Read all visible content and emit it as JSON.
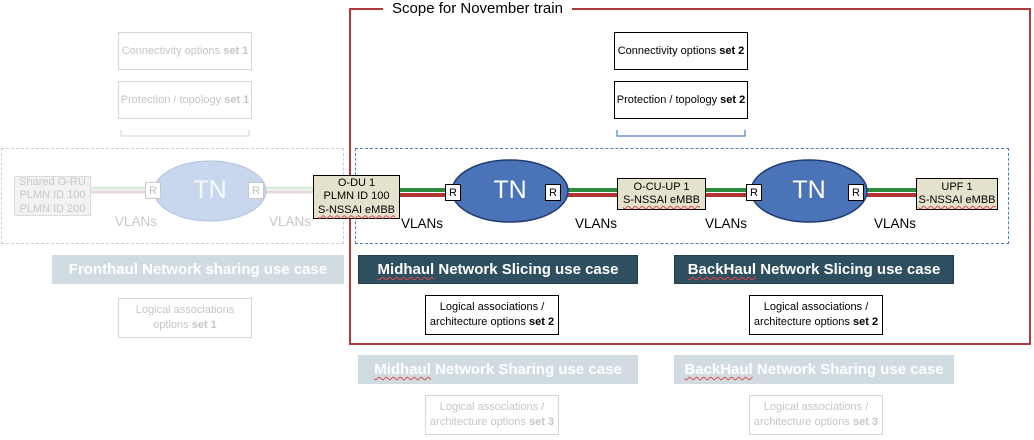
{
  "scope_title": "Scope for November train",
  "top_options": {
    "set1": {
      "connectivity": "Connectivity options ",
      "protection": "Protection / topology ",
      "bold": "set 1"
    },
    "set2": {
      "connectivity": "Connectivity options ",
      "protection": "Protection / topology ",
      "bold": "set 2"
    }
  },
  "nodes": {
    "oru": [
      "Shared O-RU",
      "PLMN ID 100",
      "PLMN ID 200"
    ],
    "odu": [
      "O-DU 1",
      "PLMN ID 100",
      "S-NSSAI eMBB"
    ],
    "ocuup": [
      "O-CU-UP 1",
      "S-NSSAI eMBB"
    ],
    "upf": [
      "UPF 1",
      "S-NSSAI eMBB"
    ]
  },
  "tn_label": "TN",
  "router_label": "R",
  "vlan_label": "VLANs",
  "slicing_use_cases": {
    "fronthaul": "Fronthaul Network sharing use case",
    "midhaul_prefix": "Midhaul",
    "midhaul_rest": " Network Slicing use case",
    "backhaul_prefix": "BackHaul",
    "backhaul_rest": " Network Slicing use case"
  },
  "logical_options": {
    "line1": "Logical associations",
    "line1_slash": "Logical associations /",
    "line2_prefix": "architecture options ",
    "options_prefix": "options ",
    "set1": "set 1",
    "set2": "set 2",
    "set3": "set 3"
  },
  "sharing_use_cases": {
    "midhaul_prefix": "Midhaul",
    "midhaul_rest": " Network Sharing use case",
    "backhaul_prefix": "BackHaul",
    "backhaul_rest": " Network Sharing use case"
  },
  "colors": {
    "scope_border": "#b33a3a",
    "dashed_border": "#4a7fc4",
    "tn_cloud": "#4a73b8",
    "tn_cloud_faded": "#c9d7ee",
    "usecase_dark": "#2e4f5f",
    "usecase_light": "#d0dbe2",
    "link_green": "#2e8b3d",
    "link_red": "#b2342e"
  }
}
